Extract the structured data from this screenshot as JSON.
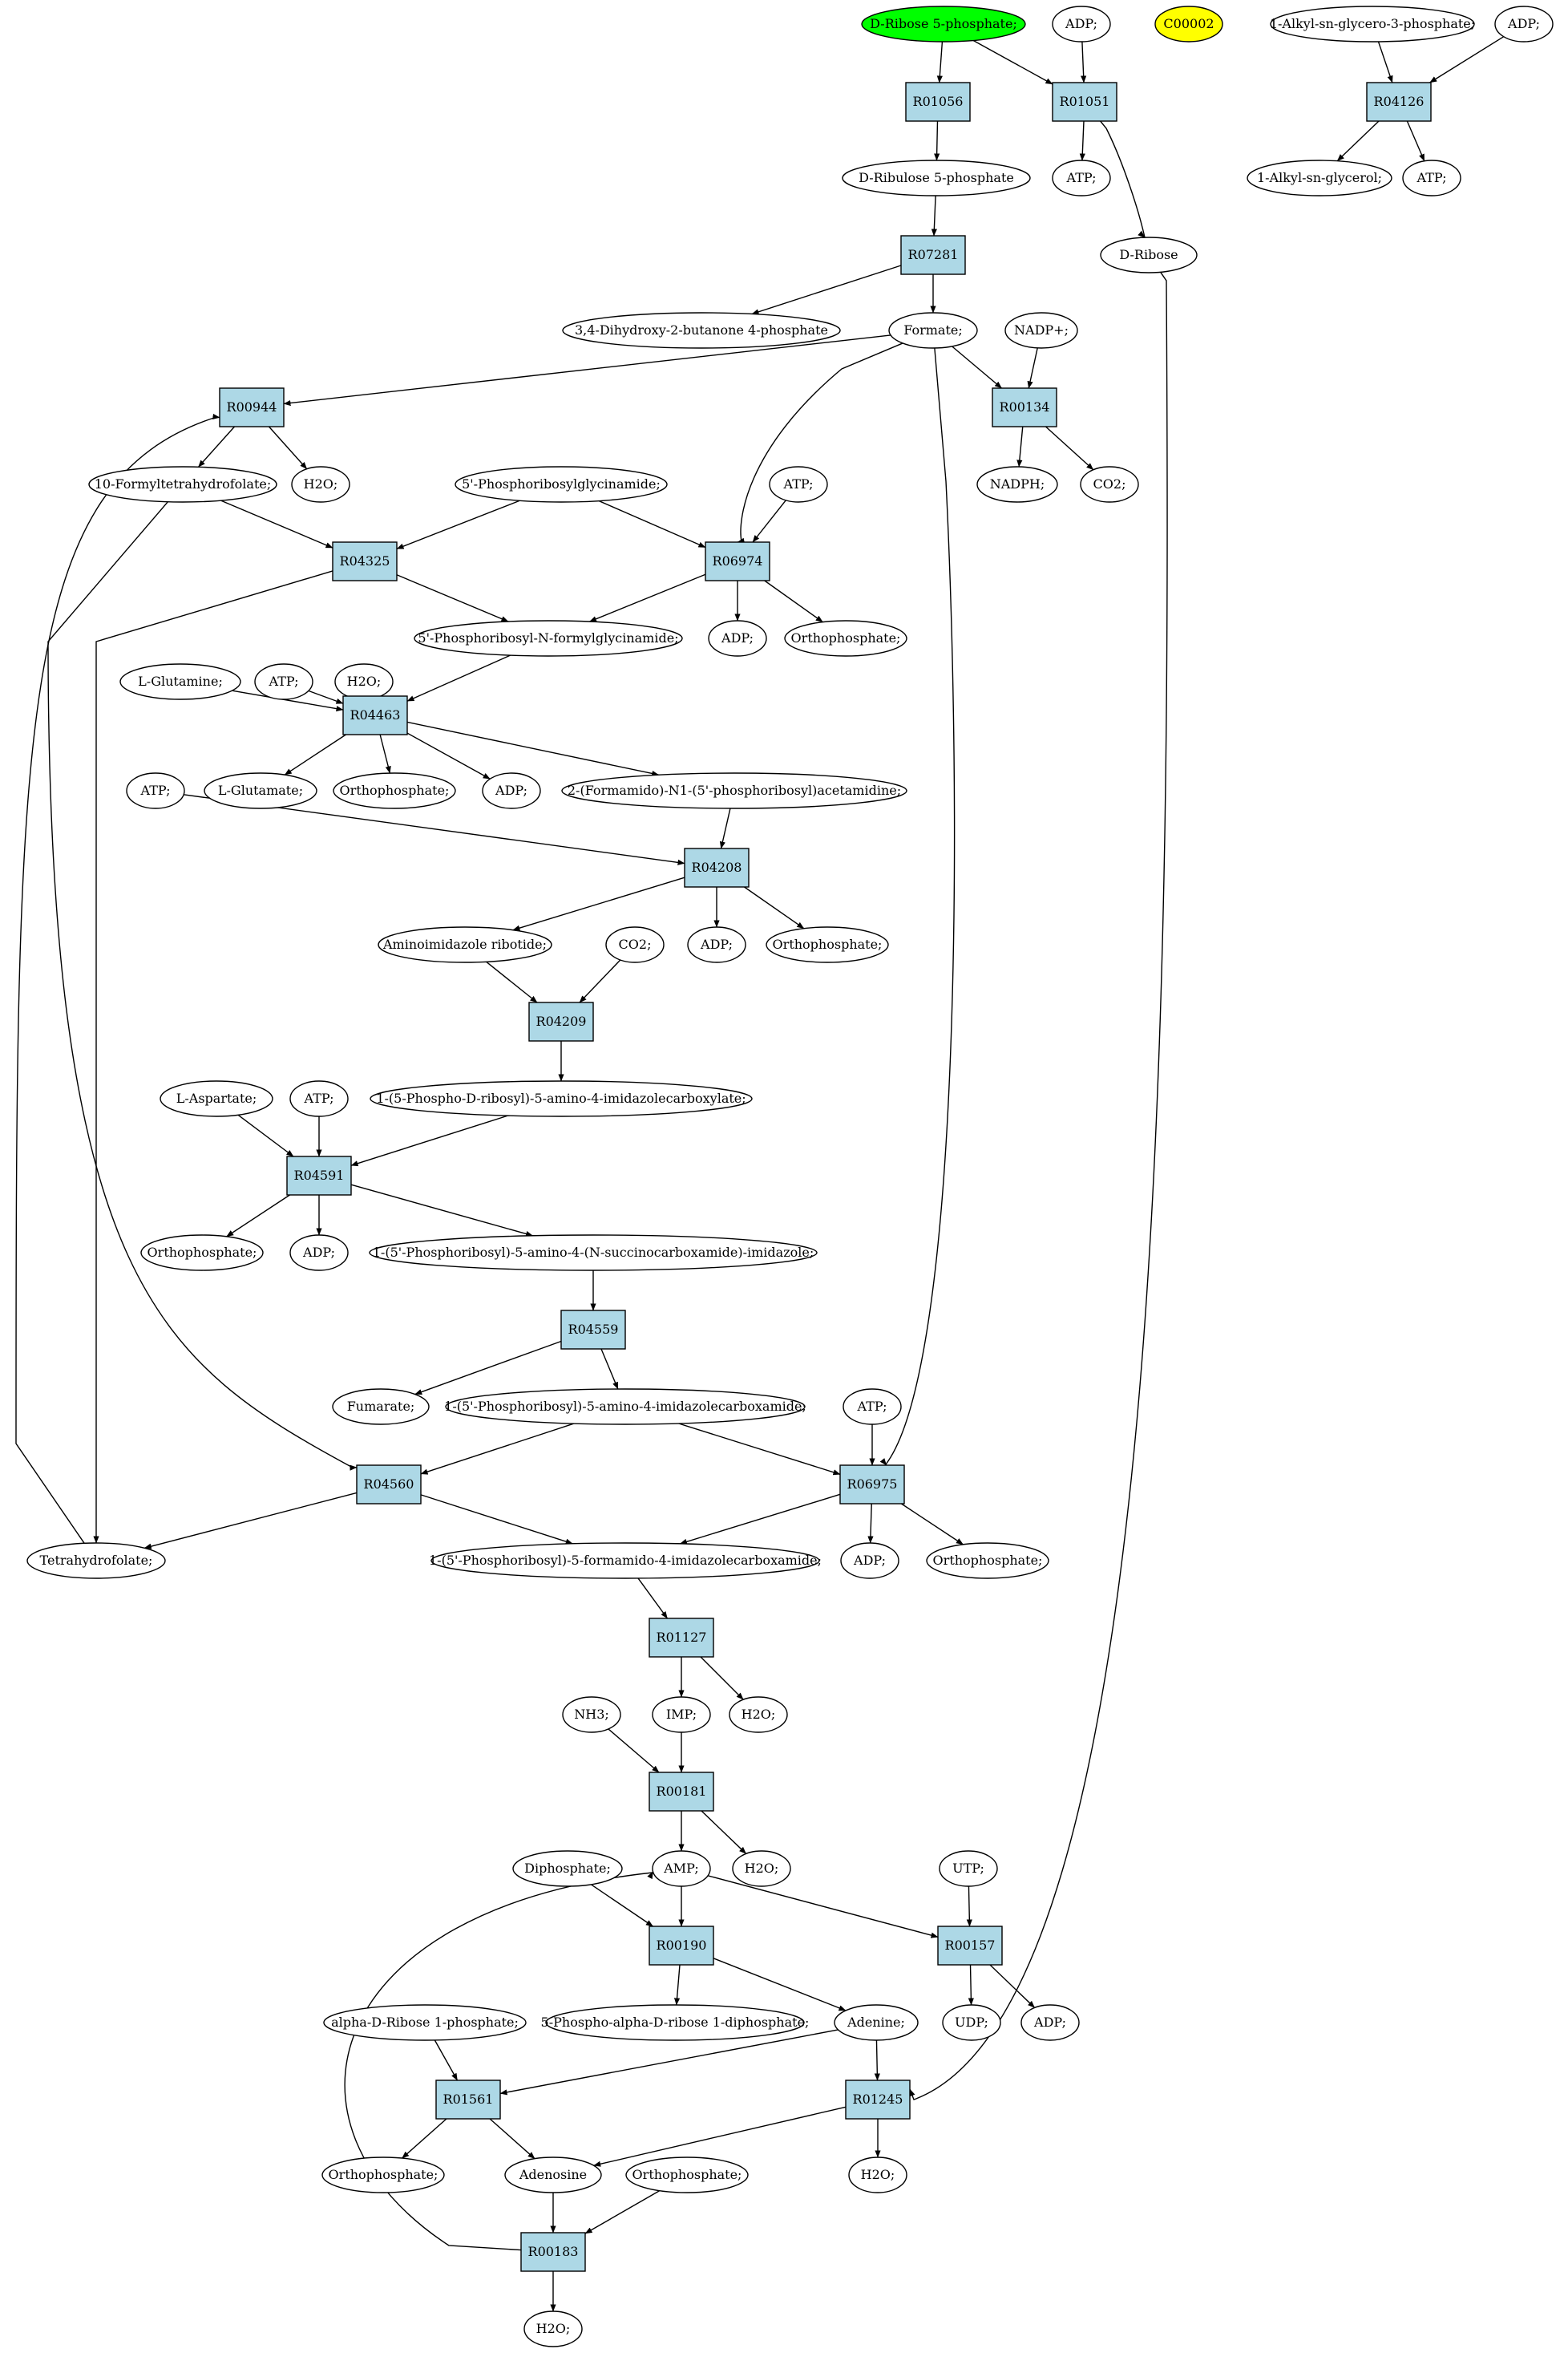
{
  "colors": {
    "reaction_fill": "#add8e6",
    "compound_fill": "#ffffff",
    "highlight_green": "#00ff00",
    "highlight_yellow": "#ffff00",
    "stroke": "#000000"
  },
  "nodes": [
    {
      "id": "c_dribose5p",
      "label": "D-Ribose 5-phosphate;",
      "kind": "compound",
      "fill": "#00ff00"
    },
    {
      "id": "c_adp_top",
      "label": "ADP;",
      "kind": "compound"
    },
    {
      "id": "c_c00002",
      "label": "C00002",
      "kind": "compound",
      "fill": "#ffff00"
    },
    {
      "id": "c_alkylg3p",
      "label": "1-Alkyl-sn-glycero-3-phosphate;",
      "kind": "compound"
    },
    {
      "id": "c_adp_r",
      "label": "ADP;",
      "kind": "compound"
    },
    {
      "id": "r_R01056",
      "label": "R01056",
      "kind": "reaction"
    },
    {
      "id": "r_R01051",
      "label": "R01051",
      "kind": "reaction"
    },
    {
      "id": "r_R04126",
      "label": "R04126",
      "kind": "reaction"
    },
    {
      "id": "c_dribulose5p",
      "label": "D-Ribulose 5-phosphate",
      "kind": "compound"
    },
    {
      "id": "c_atp_r01051",
      "label": "ATP;",
      "kind": "compound"
    },
    {
      "id": "c_alkylglycerol",
      "label": "1-Alkyl-sn-glycerol;",
      "kind": "compound"
    },
    {
      "id": "c_atp_r04126",
      "label": "ATP;",
      "kind": "compound"
    },
    {
      "id": "r_R07281",
      "label": "R07281",
      "kind": "reaction"
    },
    {
      "id": "c_dribose",
      "label": "D-Ribose",
      "kind": "compound"
    },
    {
      "id": "c_dhbp",
      "label": "3,4-Dihydroxy-2-butanone 4-phosphate",
      "kind": "compound"
    },
    {
      "id": "c_formate",
      "label": "Formate;",
      "kind": "compound"
    },
    {
      "id": "c_nadp",
      "label": "NADP+;",
      "kind": "compound"
    },
    {
      "id": "r_R00944",
      "label": "R00944",
      "kind": "reaction"
    },
    {
      "id": "r_R00134",
      "label": "R00134",
      "kind": "reaction"
    },
    {
      "id": "c_10fthf",
      "label": "10-Formyltetrahydrofolate;",
      "kind": "compound"
    },
    {
      "id": "c_h2o_r00944",
      "label": "H2O;",
      "kind": "compound"
    },
    {
      "id": "c_gar",
      "label": "5'-Phosphoribosylglycinamide;",
      "kind": "compound"
    },
    {
      "id": "c_atp_r06974",
      "label": "ATP;",
      "kind": "compound"
    },
    {
      "id": "c_nadph",
      "label": "NADPH;",
      "kind": "compound"
    },
    {
      "id": "c_co2_r00134",
      "label": "CO2;",
      "kind": "compound"
    },
    {
      "id": "r_R04325",
      "label": "R04325",
      "kind": "reaction"
    },
    {
      "id": "r_R06974",
      "label": "R06974",
      "kind": "reaction"
    },
    {
      "id": "c_fgar",
      "label": "5'-Phosphoribosyl-N-formylglycinamide;",
      "kind": "compound"
    },
    {
      "id": "c_adp_r06974",
      "label": "ADP;",
      "kind": "compound"
    },
    {
      "id": "c_pi_r06974",
      "label": "Orthophosphate;",
      "kind": "compound"
    },
    {
      "id": "c_lgln",
      "label": "L-Glutamine;",
      "kind": "compound"
    },
    {
      "id": "c_atp_r04463",
      "label": "ATP;",
      "kind": "compound"
    },
    {
      "id": "c_h2o_r04463",
      "label": "H2O;",
      "kind": "compound"
    },
    {
      "id": "r_R04463",
      "label": "R04463",
      "kind": "reaction"
    },
    {
      "id": "c_lglu",
      "label": "L-Glutamate;",
      "kind": "compound"
    },
    {
      "id": "c_pi_r04463",
      "label": "Orthophosphate;",
      "kind": "compound"
    },
    {
      "id": "c_adp_r04463",
      "label": "ADP;",
      "kind": "compound"
    },
    {
      "id": "c_fgam",
      "label": "2-(Formamido)-N1-(5'-phosphoribosyl)acetamidine;",
      "kind": "compound"
    },
    {
      "id": "c_atp_r04208",
      "label": "ATP;",
      "kind": "compound"
    },
    {
      "id": "r_R04208",
      "label": "R04208",
      "kind": "reaction"
    },
    {
      "id": "c_air",
      "label": "Aminoimidazole ribotide;",
      "kind": "compound"
    },
    {
      "id": "c_co2_r04209",
      "label": "CO2;",
      "kind": "compound"
    },
    {
      "id": "c_adp_r04208",
      "label": "ADP;",
      "kind": "compound"
    },
    {
      "id": "c_pi_r04208",
      "label": "Orthophosphate;",
      "kind": "compound"
    },
    {
      "id": "r_R04209",
      "label": "R04209",
      "kind": "reaction"
    },
    {
      "id": "c_cair",
      "label": "1-(5-Phospho-D-ribosyl)-5-amino-4-imidazolecarboxylate;",
      "kind": "compound"
    },
    {
      "id": "c_lasp",
      "label": "L-Aspartate;",
      "kind": "compound"
    },
    {
      "id": "c_atp_r04591",
      "label": "ATP;",
      "kind": "compound"
    },
    {
      "id": "r_R04591",
      "label": "R04591",
      "kind": "reaction"
    },
    {
      "id": "c_pi_r04591",
      "label": "Orthophosphate;",
      "kind": "compound"
    },
    {
      "id": "c_adp_r04591",
      "label": "ADP;",
      "kind": "compound"
    },
    {
      "id": "c_saicar",
      "label": "1-(5'-Phosphoribosyl)-5-amino-4-(N-succinocarboxamide)-imidazole;",
      "kind": "compound"
    },
    {
      "id": "r_R04559",
      "label": "R04559",
      "kind": "reaction"
    },
    {
      "id": "c_fumarate",
      "label": "Fumarate;",
      "kind": "compound"
    },
    {
      "id": "c_aicar",
      "label": "1-(5'-Phosphoribosyl)-5-amino-4-imidazolecarboxamide;",
      "kind": "compound"
    },
    {
      "id": "c_atp_r06975",
      "label": "ATP;",
      "kind": "compound"
    },
    {
      "id": "r_R04560",
      "label": "R04560",
      "kind": "reaction"
    },
    {
      "id": "r_R06975",
      "label": "R06975",
      "kind": "reaction"
    },
    {
      "id": "c_thf",
      "label": "Tetrahydrofolate;",
      "kind": "compound"
    },
    {
      "id": "c_faicar",
      "label": "1-(5'-Phosphoribosyl)-5-formamido-4-imidazolecarboxamide;",
      "kind": "compound"
    },
    {
      "id": "c_adp_r06975",
      "label": "ADP;",
      "kind": "compound"
    },
    {
      "id": "c_pi_r06975",
      "label": "Orthophosphate;",
      "kind": "compound"
    },
    {
      "id": "r_R01127",
      "label": "R01127",
      "kind": "reaction"
    },
    {
      "id": "c_nh3",
      "label": "NH3;",
      "kind": "compound"
    },
    {
      "id": "c_imp",
      "label": "IMP;",
      "kind": "compound"
    },
    {
      "id": "c_h2o_r01127",
      "label": "H2O;",
      "kind": "compound"
    },
    {
      "id": "r_R00181",
      "label": "R00181",
      "kind": "reaction"
    },
    {
      "id": "c_diphosphate",
      "label": "Diphosphate;",
      "kind": "compound"
    },
    {
      "id": "c_amp",
      "label": "AMP;",
      "kind": "compound"
    },
    {
      "id": "c_h2o_r00181",
      "label": "H2O;",
      "kind": "compound"
    },
    {
      "id": "c_utp",
      "label": "UTP;",
      "kind": "compound"
    },
    {
      "id": "r_R00190",
      "label": "R00190",
      "kind": "reaction"
    },
    {
      "id": "r_R00157",
      "label": "R00157",
      "kind": "reaction"
    },
    {
      "id": "c_ar1p",
      "label": "alpha-D-Ribose 1-phosphate;",
      "kind": "compound"
    },
    {
      "id": "c_prpp",
      "label": "5-Phospho-alpha-D-ribose 1-diphosphate;",
      "kind": "compound"
    },
    {
      "id": "c_adenine",
      "label": "Adenine;",
      "kind": "compound"
    },
    {
      "id": "c_udp",
      "label": "UDP;",
      "kind": "compound"
    },
    {
      "id": "c_adp_r00157",
      "label": "ADP;",
      "kind": "compound"
    },
    {
      "id": "r_R01561",
      "label": "R01561",
      "kind": "reaction"
    },
    {
      "id": "r_R01245",
      "label": "R01245",
      "kind": "reaction"
    },
    {
      "id": "c_pi_r01561",
      "label": "Orthophosphate;",
      "kind": "compound"
    },
    {
      "id": "c_adenosine",
      "label": "Adenosine",
      "kind": "compound"
    },
    {
      "id": "c_pi_r00183",
      "label": "Orthophosphate;",
      "kind": "compound"
    },
    {
      "id": "c_h2o_r01245",
      "label": "H2O;",
      "kind": "compound"
    },
    {
      "id": "r_R00183",
      "label": "R00183",
      "kind": "reaction"
    },
    {
      "id": "c_h2o_r00183",
      "label": "H2O;",
      "kind": "compound"
    }
  ],
  "edges": [
    [
      "c_dribose5p",
      "r_R01056"
    ],
    [
      "c_dribose5p",
      "r_R01051"
    ],
    [
      "c_adp_top",
      "r_R01051"
    ],
    [
      "c_alkylg3p",
      "r_R04126"
    ],
    [
      "c_adp_r",
      "r_R04126"
    ],
    [
      "r_R01056",
      "c_dribulose5p"
    ],
    [
      "r_R01051",
      "c_atp_r01051"
    ],
    [
      "r_R01051",
      "c_dribose"
    ],
    [
      "r_R04126",
      "c_alkylglycerol"
    ],
    [
      "r_R04126",
      "c_atp_r04126"
    ],
    [
      "c_dribulose5p",
      "r_R07281"
    ],
    [
      "r_R07281",
      "c_dhbp"
    ],
    [
      "r_R07281",
      "c_formate"
    ],
    [
      "c_formate",
      "r_R00944"
    ],
    [
      "c_formate",
      "r_R00134"
    ],
    [
      "c_nadp",
      "r_R00134"
    ],
    [
      "c_formate",
      "r_R06974"
    ],
    [
      "c_formate",
      "r_R06975"
    ],
    [
      "r_R00944",
      "c_10fthf"
    ],
    [
      "r_R00944",
      "c_h2o_r00944"
    ],
    [
      "r_R00134",
      "c_nadph"
    ],
    [
      "r_R00134",
      "c_co2_r00134"
    ],
    [
      "c_10fthf",
      "r_R04325"
    ],
    [
      "c_10fthf",
      "r_R04560"
    ],
    [
      "c_gar",
      "r_R04325"
    ],
    [
      "c_gar",
      "r_R06974"
    ],
    [
      "c_atp_r06974",
      "r_R06974"
    ],
    [
      "r_R04325",
      "c_fgar"
    ],
    [
      "r_R04325",
      "c_thf"
    ],
    [
      "r_R06974",
      "c_fgar"
    ],
    [
      "r_R06974",
      "c_adp_r06974"
    ],
    [
      "r_R06974",
      "c_pi_r06974"
    ],
    [
      "c_lgln",
      "r_R04463"
    ],
    [
      "c_atp_r04463",
      "r_R04463"
    ],
    [
      "c_h2o_r04463",
      "r_R04463"
    ],
    [
      "c_fgar",
      "r_R04463"
    ],
    [
      "r_R04463",
      "c_lglu"
    ],
    [
      "r_R04463",
      "c_pi_r04463"
    ],
    [
      "r_R04463",
      "c_adp_r04463"
    ],
    [
      "r_R04463",
      "c_fgam"
    ],
    [
      "c_fgam",
      "r_R04208"
    ],
    [
      "c_atp_r04208",
      "r_R04208"
    ],
    [
      "r_R04208",
      "c_air"
    ],
    [
      "r_R04208",
      "c_adp_r04208"
    ],
    [
      "r_R04208",
      "c_pi_r04208"
    ],
    [
      "c_air",
      "r_R04209"
    ],
    [
      "c_co2_r04209",
      "r_R04209"
    ],
    [
      "r_R04209",
      "c_cair"
    ],
    [
      "c_lasp",
      "r_R04591"
    ],
    [
      "c_atp_r04591",
      "r_R04591"
    ],
    [
      "c_cair",
      "r_R04591"
    ],
    [
      "r_R04591",
      "c_pi_r04591"
    ],
    [
      "r_R04591",
      "c_adp_r04591"
    ],
    [
      "r_R04591",
      "c_saicar"
    ],
    [
      "c_saicar",
      "r_R04559"
    ],
    [
      "r_R04559",
      "c_fumarate"
    ],
    [
      "r_R04559",
      "c_aicar"
    ],
    [
      "c_aicar",
      "r_R04560"
    ],
    [
      "c_aicar",
      "r_R06975"
    ],
    [
      "c_atp_r06975",
      "r_R06975"
    ],
    [
      "r_R04560",
      "c_thf"
    ],
    [
      "r_R04560",
      "c_faicar"
    ],
    [
      "c_thf",
      "r_R00944"
    ],
    [
      "r_R06975",
      "c_faicar"
    ],
    [
      "r_R06975",
      "c_adp_r06975"
    ],
    [
      "r_R06975",
      "c_pi_r06975"
    ],
    [
      "c_faicar",
      "r_R01127"
    ],
    [
      "r_R01127",
      "c_imp"
    ],
    [
      "r_R01127",
      "c_h2o_r01127"
    ],
    [
      "c_nh3",
      "r_R00181"
    ],
    [
      "c_imp",
      "r_R00181"
    ],
    [
      "r_R00181",
      "c_amp"
    ],
    [
      "r_R00181",
      "c_h2o_r00181"
    ],
    [
      "c_diphosphate",
      "r_R00190"
    ],
    [
      "c_amp",
      "r_R00190"
    ],
    [
      "c_amp",
      "r_R00157"
    ],
    [
      "c_utp",
      "r_R00157"
    ],
    [
      "r_R00190",
      "c_prpp"
    ],
    [
      "r_R00190",
      "c_adenine"
    ],
    [
      "r_R00157",
      "c_udp"
    ],
    [
      "r_R00157",
      "c_adp_r00157"
    ],
    [
      "c_ar1p",
      "r_R01561"
    ],
    [
      "c_adenine",
      "r_R01561"
    ],
    [
      "c_adenine",
      "r_R01245"
    ],
    [
      "c_dribose",
      "r_R01245"
    ],
    [
      "r_R01561",
      "c_pi_r01561"
    ],
    [
      "r_R01561",
      "c_adenosine"
    ],
    [
      "r_R01245",
      "c_adenosine"
    ],
    [
      "r_R01245",
      "c_h2o_r01245"
    ],
    [
      "c_adenosine",
      "r_R00183"
    ],
    [
      "c_pi_r00183",
      "r_R00183"
    ],
    [
      "r_R00183",
      "c_h2o_r00183"
    ],
    [
      "r_R00183",
      "c_amp"
    ]
  ]
}
